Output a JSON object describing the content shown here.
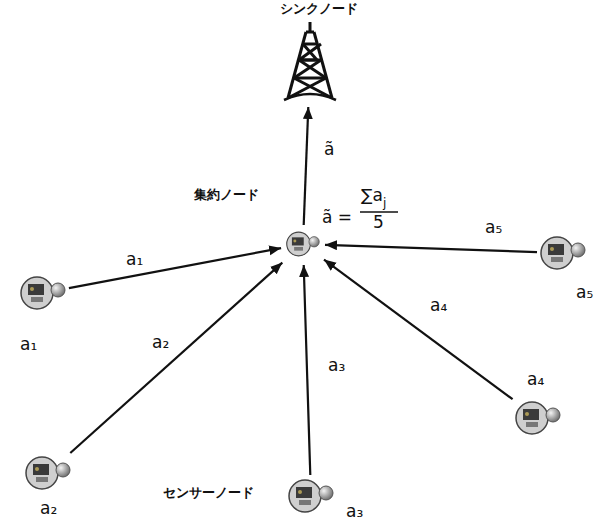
{
  "diagram": {
    "nodes": [
      {
        "text": [
          "シンクノード"
        ]
      },
      {
        "text": [
          "集約ノード"
        ]
      },
      {
        "text": [
          "a₁"
        ]
      },
      {
        "text": [
          "a₂"
        ]
      },
      {
        "text": [
          "センサーノード",
          "a₃"
        ]
      },
      {
        "text": [
          "a₄"
        ]
      },
      {
        "text": [
          "a₅"
        ]
      }
    ],
    "edges": [
      {
        "from": 1,
        "to": 0,
        "arrow": "to",
        "label": "ã"
      },
      {
        "from": 2,
        "to": 1,
        "arrow": "to",
        "label": "a₁"
      },
      {
        "from": 3,
        "to": 1,
        "arrow": "to",
        "label": "a₂"
      },
      {
        "from": 4,
        "to": 1,
        "arrow": "to",
        "label": "a₃"
      },
      {
        "from": 5,
        "to": 1,
        "arrow": "to",
        "label": "a₄"
      },
      {
        "from": 6,
        "to": 1,
        "arrow": "to",
        "label": "a₅"
      }
    ],
    "labels": [
      "ã =",
      "∑a",
      "j",
      "5"
    ]
  }
}
